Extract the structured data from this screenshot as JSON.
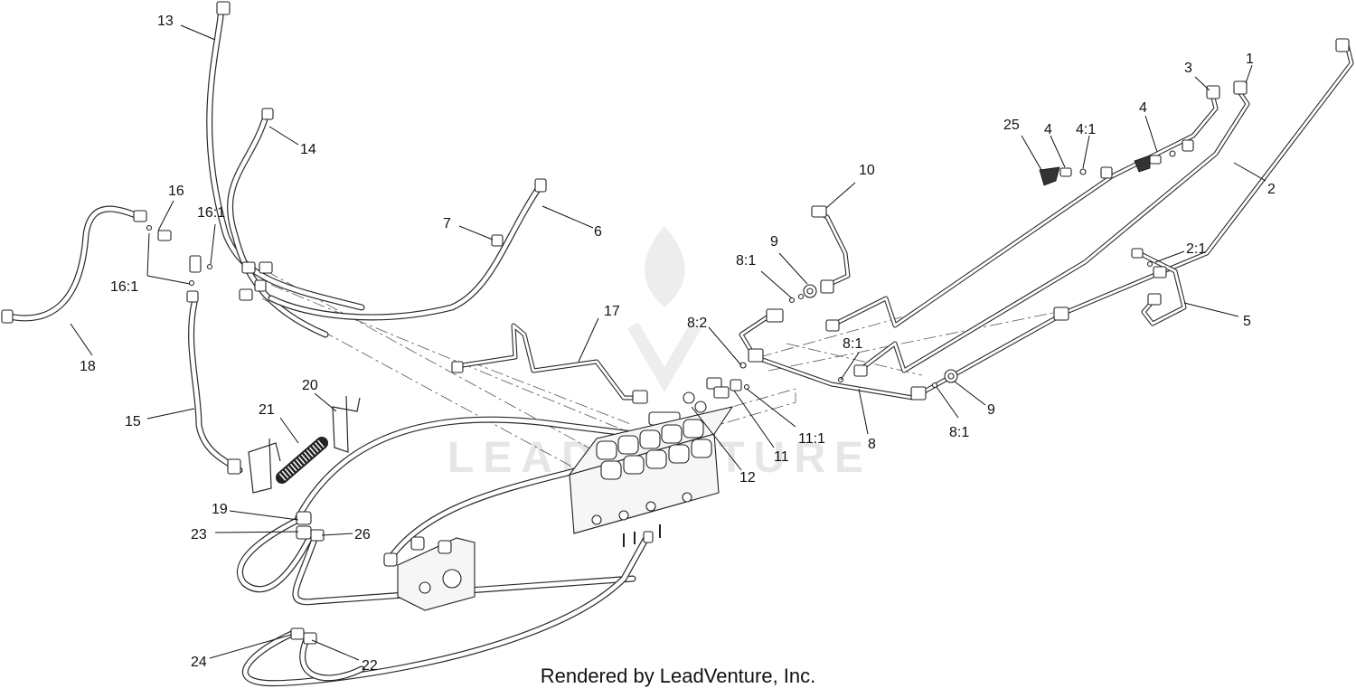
{
  "diagram": {
    "callouts": [
      {
        "id": "c1",
        "label": "1"
      },
      {
        "id": "c2",
        "label": "2"
      },
      {
        "id": "c2_1",
        "label": "2:1"
      },
      {
        "id": "c3",
        "label": "3"
      },
      {
        "id": "c4a",
        "label": "4"
      },
      {
        "id": "c4b",
        "label": "4"
      },
      {
        "id": "c4_1",
        "label": "4:1"
      },
      {
        "id": "c5",
        "label": "5"
      },
      {
        "id": "c6",
        "label": "6"
      },
      {
        "id": "c7",
        "label": "7"
      },
      {
        "id": "c8",
        "label": "8"
      },
      {
        "id": "c8_1a",
        "label": "8:1"
      },
      {
        "id": "c8_1b",
        "label": "8:1"
      },
      {
        "id": "c8_1c",
        "label": "8:1"
      },
      {
        "id": "c8_2",
        "label": "8:2"
      },
      {
        "id": "c9a",
        "label": "9"
      },
      {
        "id": "c9b",
        "label": "9"
      },
      {
        "id": "c10",
        "label": "10"
      },
      {
        "id": "c11",
        "label": "11"
      },
      {
        "id": "c11_1",
        "label": "11:1"
      },
      {
        "id": "c12",
        "label": "12"
      },
      {
        "id": "c13",
        "label": "13"
      },
      {
        "id": "c14",
        "label": "14"
      },
      {
        "id": "c15",
        "label": "15"
      },
      {
        "id": "c16",
        "label": "16"
      },
      {
        "id": "c16_1a",
        "label": "16:1"
      },
      {
        "id": "c16_1b",
        "label": "16:1"
      },
      {
        "id": "c17",
        "label": "17"
      },
      {
        "id": "c18",
        "label": "18"
      },
      {
        "id": "c19",
        "label": "19"
      },
      {
        "id": "c20",
        "label": "20"
      },
      {
        "id": "c21",
        "label": "21"
      },
      {
        "id": "c22",
        "label": "22"
      },
      {
        "id": "c23",
        "label": "23"
      },
      {
        "id": "c24",
        "label": "24"
      },
      {
        "id": "c25",
        "label": "25"
      },
      {
        "id": "c26",
        "label": "26"
      }
    ],
    "watermark": "LEADVENTURE",
    "footer": "Rendered by LeadVenture, Inc."
  }
}
